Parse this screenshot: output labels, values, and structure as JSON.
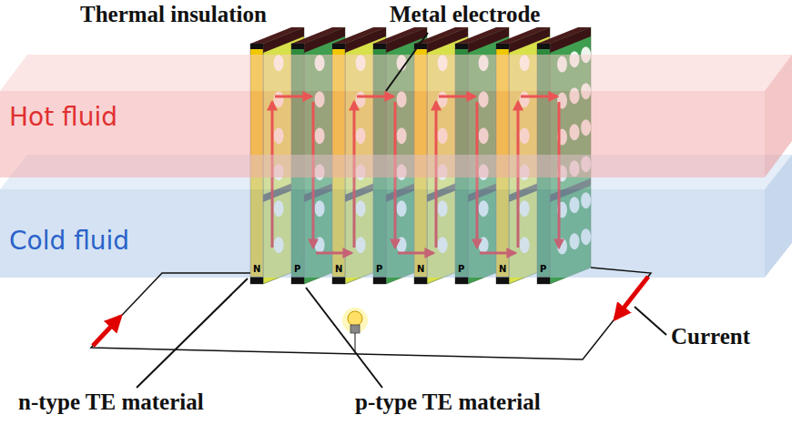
{
  "diagram": {
    "nodes": [
      {
        "text": [
          "Hot fluid"
        ]
      },
      {
        "text": [
          "Cold fluid"
        ]
      }
    ],
    "labels": [
      "Thermal insulation",
      "Metal electrode",
      "Current",
      "n-type TE material",
      "p-type TE material",
      "N",
      "P",
      "N",
      "P",
      "N",
      "P",
      "N",
      "P"
    ]
  }
}
